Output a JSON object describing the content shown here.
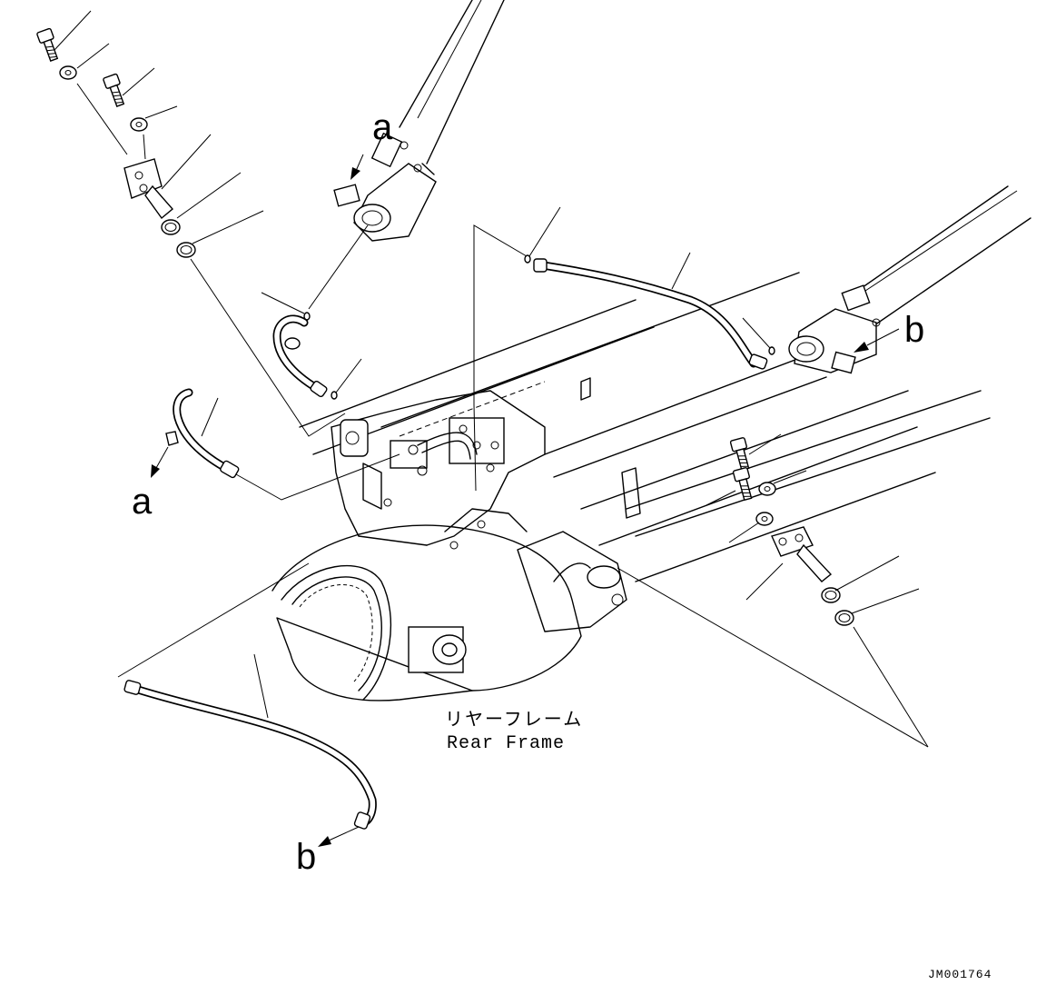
{
  "labels": {
    "a_top": "a",
    "a_left": "a",
    "b_right": "b",
    "b_bottom": "b",
    "frame_jp": "リヤーフレーム",
    "frame_en": "Rear Frame",
    "drawing_code": "JM001764"
  }
}
